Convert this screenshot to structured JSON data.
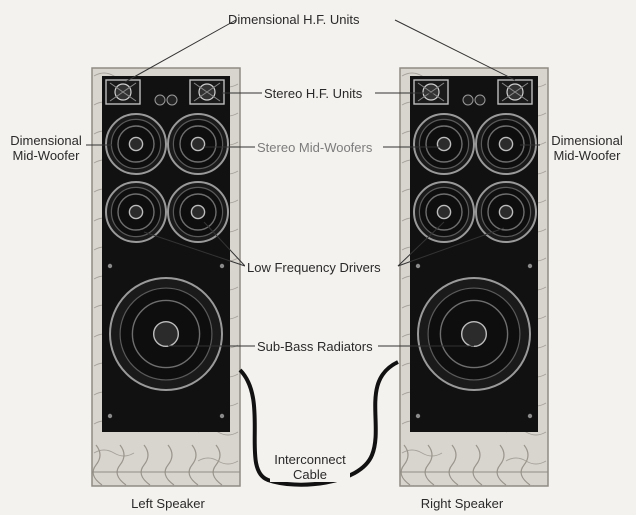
{
  "labels": {
    "dimensional_hf_units": "Dimensional H.F. Units",
    "stereo_hf_units": "Stereo H.F. Units",
    "dimensional_mid_woofer_left_line1": "Dimensional",
    "dimensional_mid_woofer_left_line2": "Mid-Woofer",
    "stereo_mid_woofers": "Stereo Mid-Woofers",
    "dimensional_mid_woofer_right_line1": "Dimensional",
    "dimensional_mid_woofer_right_line2": "Mid-Woofer",
    "low_frequency_drivers": "Low Frequency Drivers",
    "sub_bass_radiators": "Sub-Bass Radiators",
    "interconnect_cable_line1": "Interconnect",
    "interconnect_cable_line2": "Cable",
    "left_speaker": "Left Speaker",
    "right_speaker": "Right Speaker"
  },
  "colors": {
    "background": "#f4f2ee",
    "cabinet_face": "#111111",
    "wood_base": "#d8d5cf",
    "driver_rim": "#9a9a9a",
    "label_text": "#2a2a2a",
    "label_text_grey": "#7c7c7c"
  }
}
